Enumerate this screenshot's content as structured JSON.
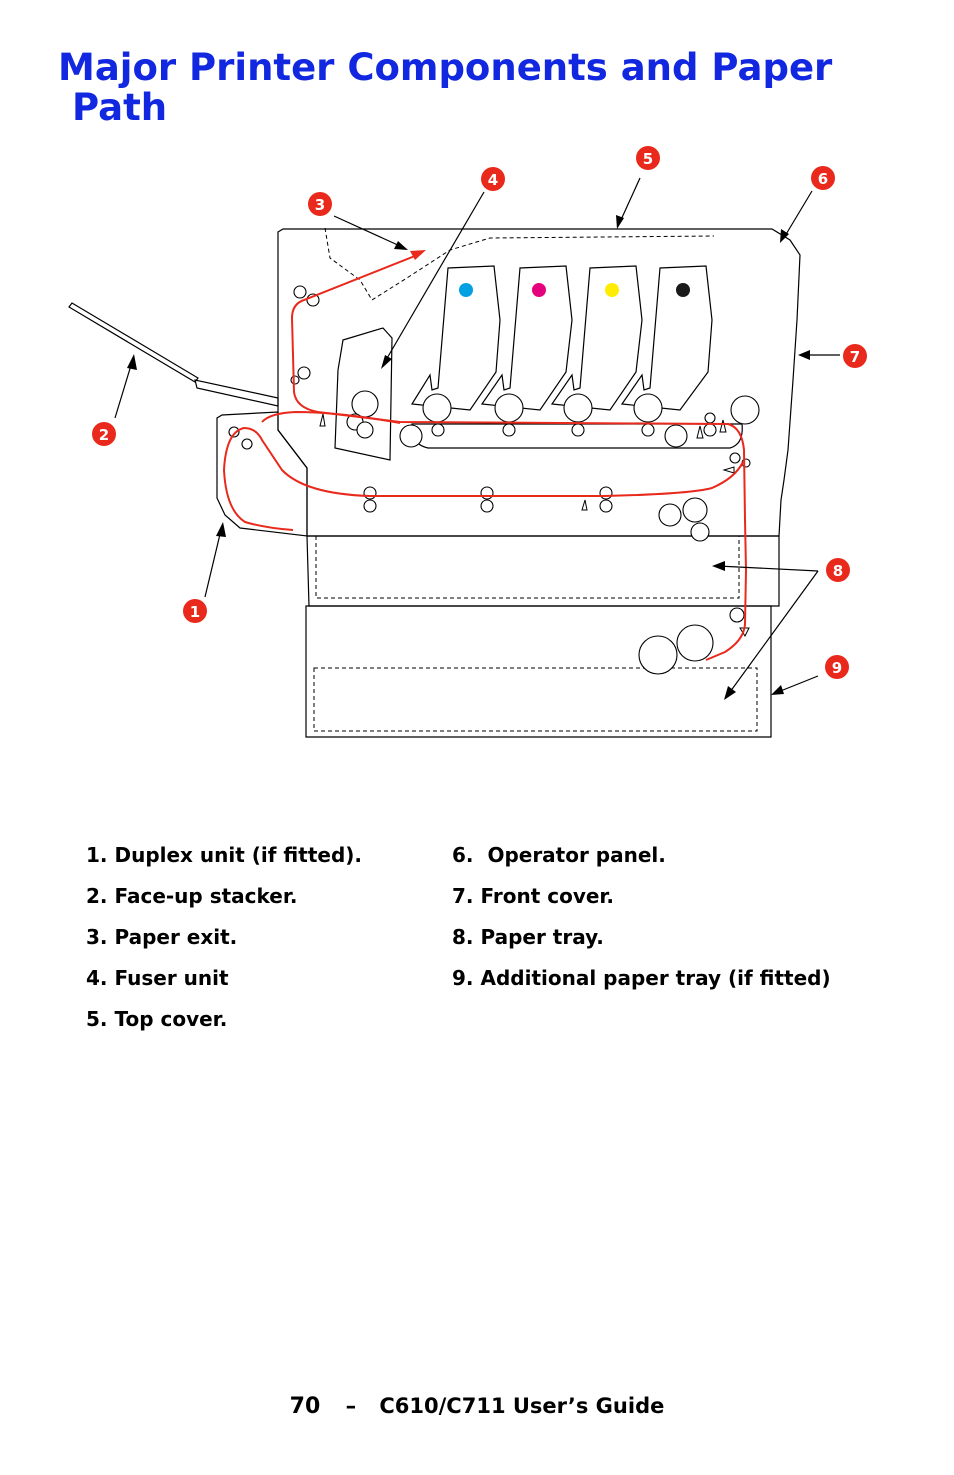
{
  "title": {
    "line1": "Major Printer Components and Paper",
    "line2": "Path"
  },
  "callouts": [
    "1",
    "2",
    "3",
    "4",
    "5",
    "6",
    "7",
    "8",
    "9"
  ],
  "legend": {
    "left": [
      "1. Duplex unit (if fitted).",
      "2. Face-up stacker.",
      "3. Paper exit.",
      "4. Fuser unit",
      "5. Top cover."
    ],
    "right": [
      "6.  Operator panel.",
      "7. Front cover.",
      "8. Paper tray.",
      "9. Additional paper tray (if fitted)"
    ]
  },
  "footer": {
    "page": "70",
    "separator": "–",
    "guide": "C610/C711 User’s Guide"
  },
  "colors": {
    "title": "#1227e0",
    "paper_path": "#e8291c",
    "callout_badge": "#e8291c",
    "toner_cyan": "#00a0e3",
    "toner_magenta": "#e5007e",
    "toner_yellow": "#ffed00",
    "toner_black": "#1a1a1a"
  }
}
